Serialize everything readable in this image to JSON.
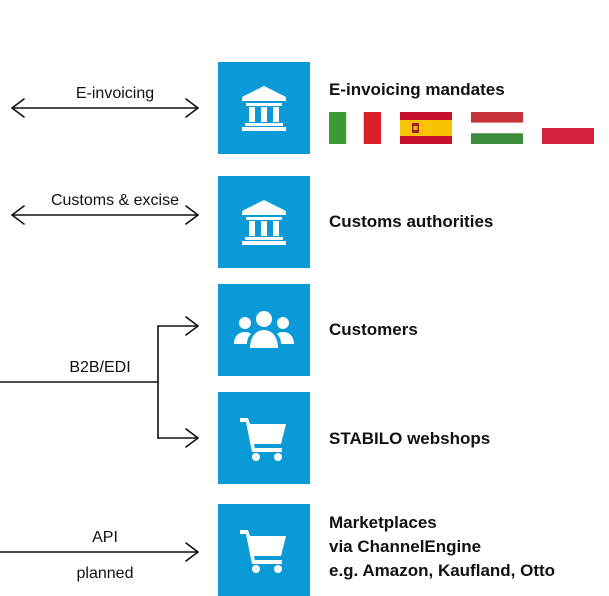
{
  "connections": {
    "einvoicing_label": "E-invoicing",
    "customs_label": "Customs & excise",
    "b2b_label": "B2B/EDI",
    "api_label": "API",
    "api_status": "planned"
  },
  "targets": {
    "einvoicing": {
      "title": "E-invoicing mandates",
      "icon": "government-building-icon"
    },
    "customs": {
      "title": "Customs authorities",
      "icon": "government-building-icon"
    },
    "customers": {
      "title": "Customers",
      "icon": "people-group-icon"
    },
    "webshops": {
      "title": "STABILO webshops",
      "icon": "shopping-cart-icon"
    },
    "marketplaces": {
      "line1": "Marketplaces",
      "line2": "via ChannelEngine",
      "line3": "e.g. Amazon, Kaufland, Otto",
      "icon": "shopping-cart-icon"
    }
  },
  "flags": [
    "italy-flag",
    "spain-flag",
    "hungary-flag",
    "poland-flag"
  ],
  "colors": {
    "tile": "#0a9ad8",
    "line": "#111111"
  }
}
